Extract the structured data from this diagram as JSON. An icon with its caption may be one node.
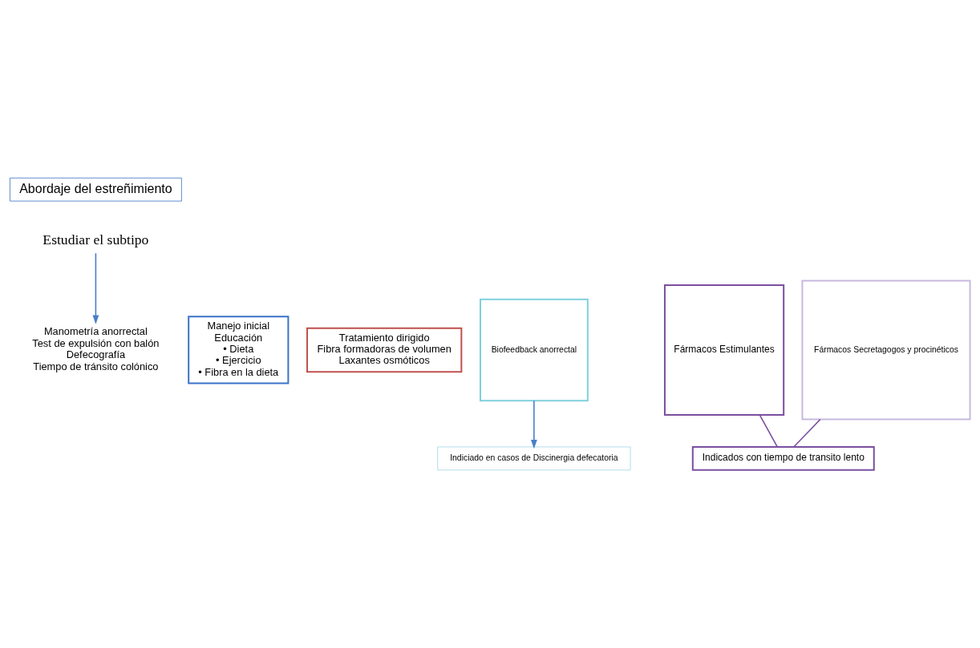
{
  "diagram": {
    "nodes": [
      {
        "text": [
          "Abordaje del estreñimiento"
        ]
      },
      {
        "text": [
          "Estudiar el subtipo"
        ]
      },
      {
        "text": [
          "Manometría anorrectal",
          "Test de expulsión con balón",
          "Defecografía",
          "Tiempo de tránsito colónico"
        ]
      },
      {
        "text": [
          "Manejo inicial",
          "Educación",
          "• Dieta",
          "• Ejercicio",
          "• Fibra en la dieta"
        ]
      },
      {
        "text": [
          "Tratamiento dirigido",
          "Fibra formadoras de volumen",
          "Laxantes osmóticos"
        ]
      },
      {
        "text": [
          "Biofeedback anorrectal"
        ]
      },
      {
        "text": [
          "Fármacos Estimulantes"
        ]
      },
      {
        "text": [
          "Fármacos Secretagogos y procinéticos"
        ]
      },
      {
        "text": [
          "Indiciado en casos de Discinergia defecatoria"
        ]
      },
      {
        "text": [
          "Indicados con tiempo de transito lento"
        ]
      }
    ],
    "edges": [
      {
        "from": 1,
        "to": 2,
        "arrow": "to",
        "color": "#4a7fc8"
      },
      {
        "from": 5,
        "to": 8,
        "arrow": "to",
        "color": "#4a7fc8"
      },
      {
        "from": 6,
        "to": 9,
        "arrow": "none",
        "color": "#7b4fa0"
      },
      {
        "from": 7,
        "to": 9,
        "arrow": "none",
        "color": "#7b4fa0"
      }
    ]
  }
}
